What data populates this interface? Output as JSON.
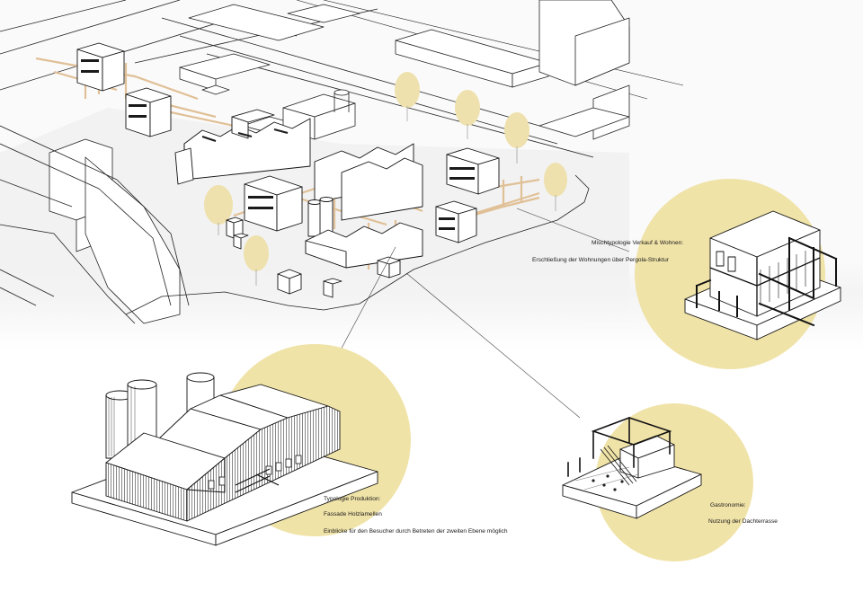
{
  "colors": {
    "circle": "#f0e3a8",
    "tree": "#efe3ae",
    "timber": "#e6c9a0",
    "line": "#222222",
    "fade": "#f6f6f6"
  },
  "callouts": {
    "mixed_use": {
      "title": "Mischtypologie Verkauf & Wohnen:",
      "note": "Erschließung der Wohnungen über Pergola-Struktur"
    },
    "production": {
      "title": "Typologie Produktion:",
      "facade": "Fassade Holzlamellen",
      "note": "Einblicke für den Besucher durch Betreten der zweiten Ebene möglich"
    },
    "gastronomy": {
      "title": "Gastronomie:",
      "note": "Nutzung der Dachterrasse"
    }
  }
}
